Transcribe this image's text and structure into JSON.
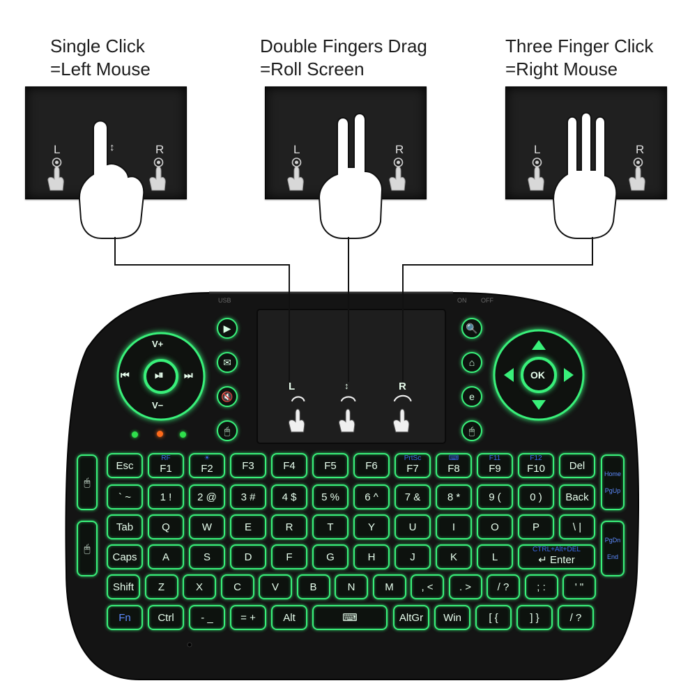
{
  "gestures": [
    {
      "line1": "Single Click",
      "line2": "=Left Mouse"
    },
    {
      "line1": "Double Fingers Drag",
      "line2": "=Roll Screen"
    },
    {
      "line1": "Three Finger Click",
      "line2": "=Right Mouse"
    }
  ],
  "touchpad_labels": {
    "left": "L",
    "right": "R",
    "scroll": "↕"
  },
  "device": {
    "usb_label": "USB",
    "on_label": "ON",
    "off_label": "OFF"
  },
  "media": {
    "vol_up": "V+",
    "vol_down": "V−",
    "prev": "⏮",
    "play": "⏯",
    "next": "⏭"
  },
  "nav": {
    "ok": "OK"
  },
  "side_icons_left": [
    "▶",
    "✉",
    "🔇",
    "🖱"
  ],
  "side_icons_right": [
    "🔍",
    "⌂",
    "e",
    "🖱"
  ],
  "leds": [
    "#2fe04c",
    "#ff6a1a",
    "#2fe04c"
  ],
  "keyboard": {
    "row1": [
      {
        "main": "Esc",
        "sub": ""
      },
      {
        "main": "F1",
        "sub": "RF"
      },
      {
        "main": "F2",
        "sub": "☀"
      },
      {
        "main": "F3",
        "sub": ""
      },
      {
        "main": "F4",
        "sub": ""
      },
      {
        "main": "F5",
        "sub": ""
      },
      {
        "main": "F6",
        "sub": ""
      },
      {
        "main": "F7",
        "sub": "PrtSc"
      },
      {
        "main": "F8",
        "sub": "⌨"
      },
      {
        "main": "F9",
        "sub": "F11"
      },
      {
        "main": "F10",
        "sub": "F12"
      },
      {
        "main": "Del",
        "sub": ""
      }
    ],
    "row2": [
      "` ~",
      "1 !",
      "2 @",
      "3 #",
      "4 $",
      "5 %",
      "6 ^",
      "7 &",
      "8 *",
      "9 (",
      "0 )",
      "Back"
    ],
    "row3": [
      "Tab",
      "Q",
      "W",
      "E",
      "R",
      "T",
      "Y",
      "U",
      "I",
      "O",
      "P",
      "\\ |"
    ],
    "row4": [
      "Caps",
      "A",
      "S",
      "D",
      "F",
      "G",
      "H",
      "J",
      "K",
      "L"
    ],
    "enter": {
      "main": "↵ Enter",
      "sub": "CTRL+Alt+DEL"
    },
    "row5": [
      "Shift",
      "Z",
      "X",
      "C",
      "V",
      "B",
      "N",
      "M",
      ", <",
      ". >",
      "/ ?",
      "; :",
      "' \""
    ],
    "row6": [
      {
        "label": "Fn",
        "w": 1
      },
      {
        "label": "Ctrl",
        "w": 1
      },
      {
        "label": "- _",
        "w": 1
      },
      {
        "label": "= +",
        "w": 1
      },
      {
        "label": "Alt",
        "w": 1
      },
      {
        "label": "⌨",
        "w": 2.2
      },
      {
        "label": "AltGr",
        "w": 1
      },
      {
        "label": "Win",
        "w": 1
      },
      {
        "label": "[ {",
        "w": 1
      },
      {
        "label": "] }",
        "w": 1
      },
      {
        "label": "/ ?",
        "w": 1
      }
    ],
    "side_left": [
      "🖱",
      "🖱"
    ],
    "side_right": [
      {
        "top": "Home",
        "bottom": "PgUp"
      },
      {
        "top": "PgDn",
        "bottom": "End"
      }
    ]
  },
  "colors": {
    "glow": "#39f07a",
    "body": "#141414",
    "fn_blue": "#5d8bff"
  }
}
